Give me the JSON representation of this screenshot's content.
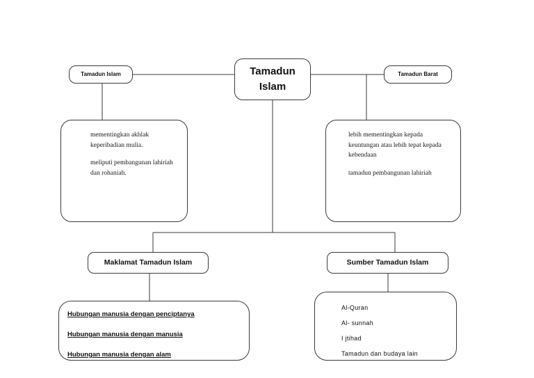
{
  "diagram": {
    "title": "Tamadun Islam concept map",
    "line_color": "#3a3a3a",
    "text_color": "#111111",
    "background": "#ffffff"
  },
  "root": {
    "label": "Tamadun Islam"
  },
  "left_branch": {
    "pill_label": "Tamadun Islam",
    "paragraphs": [
      "mementingkan akhlak keperibadian mulia.",
      "meliputi pembangunan lahiriah dan rohaniah."
    ]
  },
  "right_branch": {
    "pill_label": "Tamadun Barat",
    "paragraphs": [
      "lebih mementingkan kepada keuntungan atau lebih tepat kepada kebendaan",
      "tamadun pembangunan lahiriah"
    ]
  },
  "goals_branch": {
    "header_label": "Maklamat Tamadun Islam",
    "items": [
      "Hubungan manusia dengan penciptanya",
      "Hubungan manusia dengan manusia",
      "Hubungan manusia dengan alam"
    ]
  },
  "sources_branch": {
    "header_label": "Sumber Tamadun Islam",
    "items": [
      "Al-Quran",
      "Al- sunnah",
      "I jtihad",
      "Tamadun dan budaya lain"
    ]
  }
}
